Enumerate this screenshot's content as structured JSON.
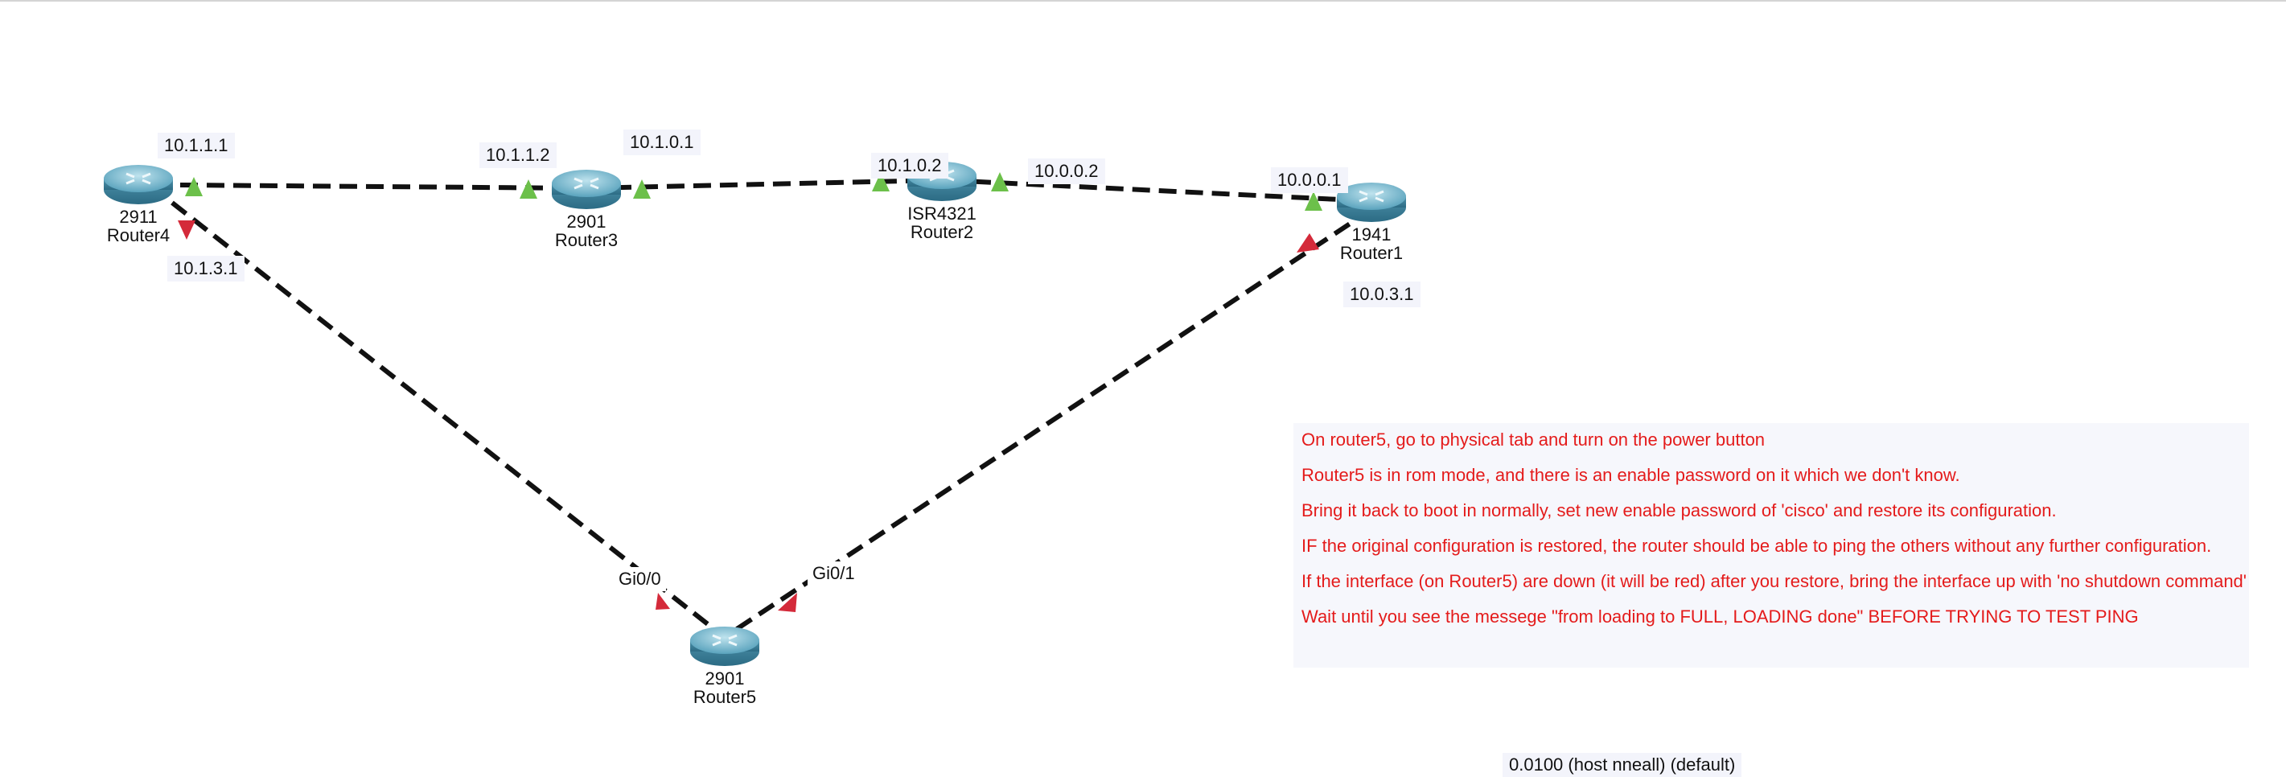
{
  "routers": {
    "r4": {
      "model": "2911",
      "name": "Router4"
    },
    "r3": {
      "model": "2901",
      "name": "Router3"
    },
    "r2": {
      "model": "ISR4321",
      "name": "Router2"
    },
    "r1": {
      "model": "1941",
      "name": "Router1"
    },
    "r5": {
      "model": "2901",
      "name": "Router5"
    }
  },
  "ip_labels": {
    "r4_to_r3": "10.1.1.1",
    "r3_to_r4": "10.1.1.2",
    "r3_to_r2": "10.1.0.1",
    "r2_to_r3": "10.1.0.2",
    "r2_to_r1": "10.0.0.2",
    "r1_to_r2": "10.0.0.1",
    "r4_to_r5": "10.1.3.1",
    "r1_to_r5": "10.0.3.1"
  },
  "port_labels": {
    "r5_gi0_0": "Gi0/0",
    "r5_gi0_1": "Gi0/1"
  },
  "link_status": {
    "up_color": "#6cc04a",
    "down_color": "#d42a3a"
  },
  "note": {
    "lines": [
      "On router5, go to physical tab and turn on the power button",
      "Router5 is in rom mode, and there is an enable password on it which we don't know.",
      "Bring it back to boot in normally, set new enable password of 'cisco' and restore its configuration.",
      "IF the original configuration is restored, the router should be able to ping the others without any further configuration.",
      "If the interface (on Router5) are down (it will be red) after you restore, bring the interface up with 'no shutdown command'",
      " Wait until you see the messege \"from loading to FULL, LOADING done\" BEFORE TRYING TO TEST PING"
    ],
    "text_color": "#e41b1b"
  },
  "bottom_label": "0.0100 (host nneall) (default)"
}
